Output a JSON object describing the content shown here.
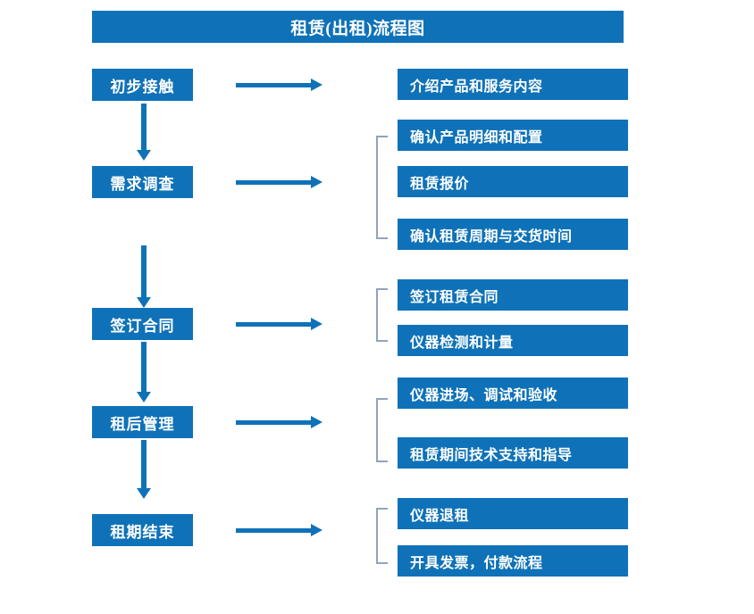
{
  "title": "租赁(出租)流程图",
  "colors": {
    "primary_blue": "#0F72B8",
    "bracket_gray": "#8FA5BC",
    "text_on_blue": "#FFFFFF",
    "background": "#FFFFFF"
  },
  "stages": [
    {
      "label": "初步接触",
      "details": [
        "介绍产品和服务内容"
      ]
    },
    {
      "label": "需求调查",
      "details": [
        "确认产品明细和配置",
        "租赁报价",
        "确认租赁周期与交货时间"
      ]
    },
    {
      "label": "签订合同",
      "details": [
        "签订租赁合同",
        "仪器检测和计量"
      ]
    },
    {
      "label": "租后管理",
      "details": [
        "仪器进场、调试和验收",
        "租赁期间技术支持和指导"
      ]
    },
    {
      "label": "租期结束",
      "details": [
        "仪器退租",
        "开具发票，付款流程"
      ]
    }
  ]
}
